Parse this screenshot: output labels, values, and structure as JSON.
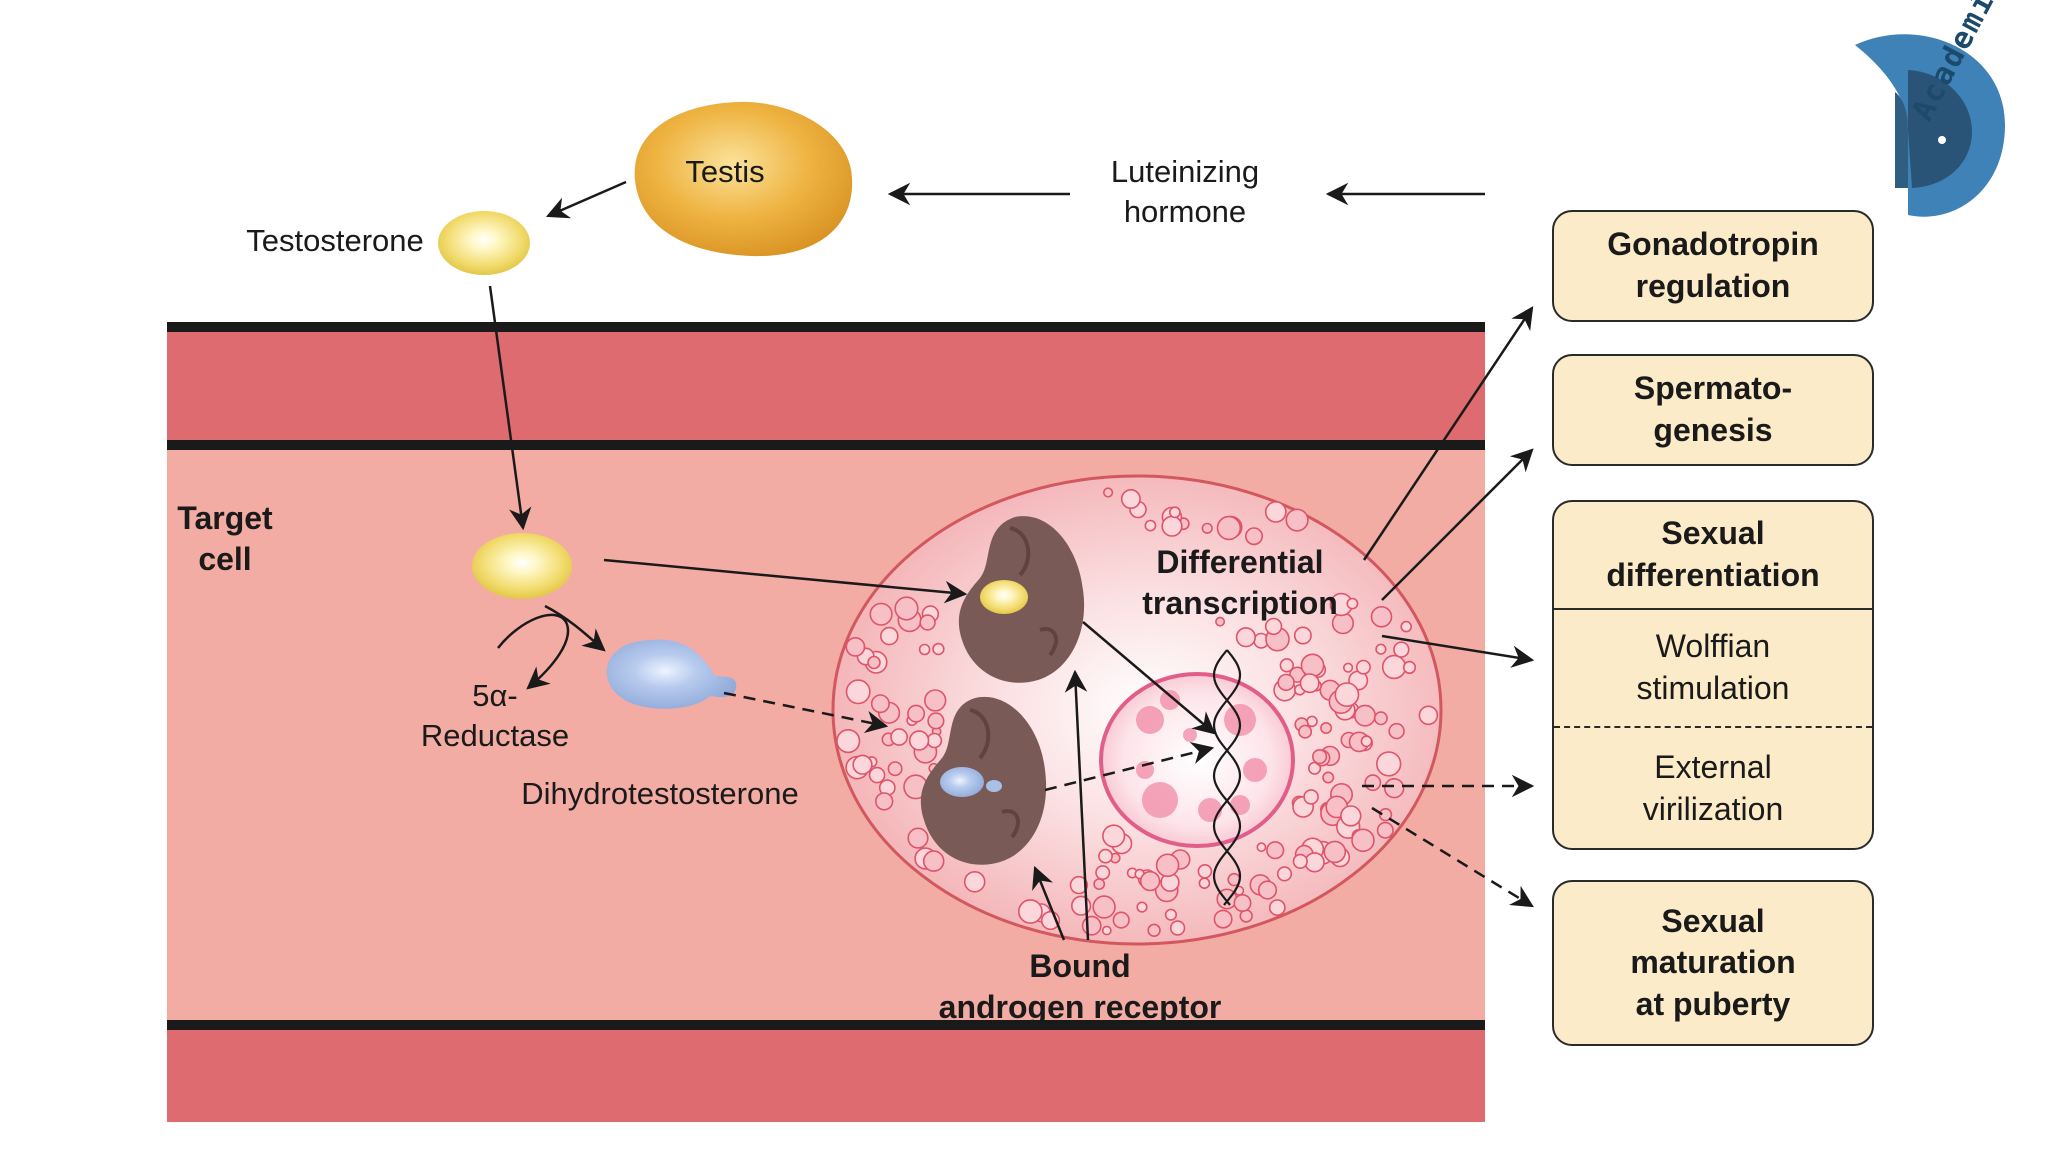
{
  "logo": {
    "text": "Academics"
  },
  "labels": {
    "testis": "Testis",
    "luteinizing_hormone": "Luteinizing\nhormone",
    "testosterone": "Testosterone",
    "target_cell": "Target\ncell",
    "reductase": "5α-\nReductase",
    "dihydrotestosterone": "Dihydrotestosterone",
    "differential_transcription": "Differential\ntranscription",
    "bound_receptor": "Bound\nandrogen receptor"
  },
  "outcomes": {
    "gonadotropin": "Gonadotropin\nregulation",
    "spermatogenesis": "Spermato-\ngenesis",
    "sexual_differentiation": "Sexual\ndifferentiation",
    "wolffian": "Wolffian\nstimulation",
    "external_virilization": "External\nvirilization",
    "sexual_maturation": "Sexual\nmaturation\nat puberty"
  },
  "colors": {
    "vessel_wall": "#dd6b6f",
    "cell_fill": "#f3aca4",
    "testis": "#e9a73a",
    "testosterone": "#f1da6a",
    "dht": "#a9c0e6",
    "receptor": "#7a5a56",
    "box_fill": "#fcebc9",
    "logo": "#3f82b8"
  }
}
